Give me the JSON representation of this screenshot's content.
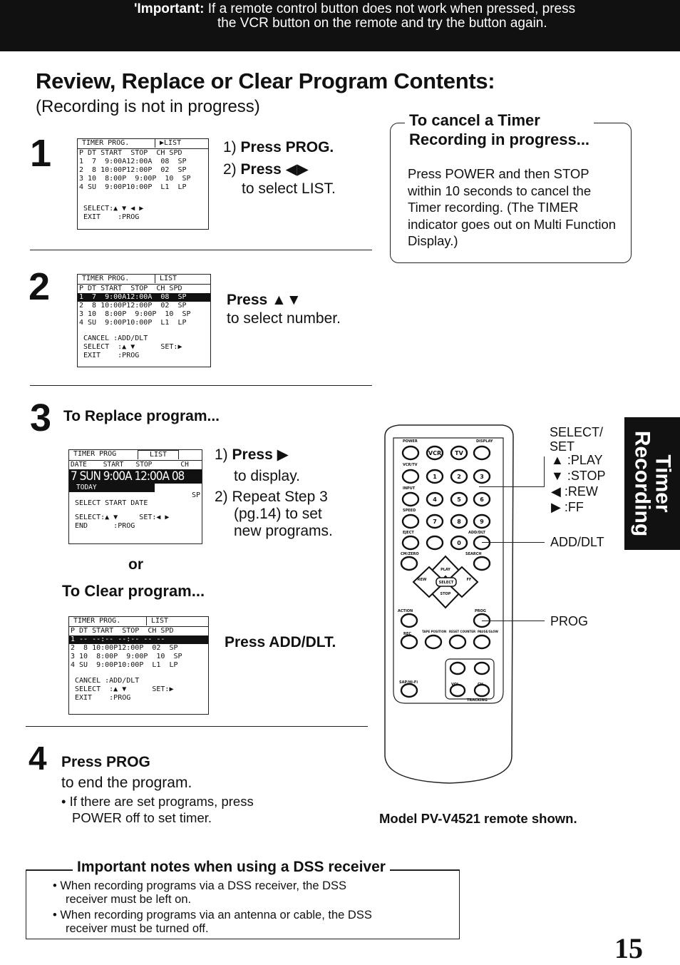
{
  "banner": {
    "label": "'Important:",
    "line1": "If a remote control button does not work when pressed, press",
    "line2": "the VCR button on the remote and try the button again."
  },
  "title": "Review, Replace or Clear Program Contents:",
  "subtitle": "(Recording is not in progress)",
  "steps": {
    "s1": {
      "number": "1",
      "osd": {
        "header": "TIMER PROG.",
        "list": "▶LIST",
        "rows": [
          "P DT START  STOP  CH SPD",
          "1  7  9:00A12:00A  08  SP",
          "2  8 10:00P12:00P  02  SP",
          "3 10  8:00P  9:00P  10  SP",
          "4 SU  9:00P10:00P  L1  LP"
        ],
        "footer": [
          "SELECT:▲ ▼ ◀ ▶",
          "EXIT    :PROG"
        ]
      },
      "i1_num": "1)",
      "i1_bold": "Press PROG.",
      "i2_num": "2)",
      "i2_bold": "Press ◀▶",
      "i2_text": "to select LIST."
    },
    "s2": {
      "number": "2",
      "osd": {
        "header": "TIMER PROG.",
        "list": "LIST",
        "rows": [
          "P DT START  STOP  CH SPD",
          "1  7  9:00A12:00A  08  SP",
          "2  8 10:00P12:00P  02  SP",
          "3 10  8:00P  9:00P  10  SP",
          "4 SU  9:00P10:00P  L1  LP"
        ],
        "footer": [
          "CANCEL :ADD/DLT",
          "SELECT  :▲ ▼      SET:▶",
          "EXIT    :PROG"
        ]
      },
      "bold": "Press ▲▼",
      "text": "to select number."
    },
    "s3": {
      "number": "3",
      "replace_heading": "To Replace program...",
      "osd_replace": {
        "header": "TIMER PROG",
        "list": "LIST",
        "cols": "DATE    START   STOP       CH",
        "big": "7 SUN 9:00A 12:00A 08",
        "today": "TODAY",
        "sp": "SP",
        "select_start": "SELECT START DATE",
        "footer": [
          "SELECT:▲ ▼     SET:◀ ▶",
          "END      :PROG"
        ]
      },
      "r1_num": "1)",
      "r1_bold": "Press ▶",
      "r1_text": "to display.",
      "r2_num": "2)",
      "r2_line1": "Repeat Step 3",
      "r2_line2": "(pg.14) to set",
      "r2_line3": "new programs.",
      "or": "or",
      "clear_heading": "To Clear program...",
      "osd_clear": {
        "header": "TIMER PROG.",
        "list": "LIST",
        "rows": [
          "P DT START  STOP  CH SPD",
          "1 -- --:-- --:-- -- --",
          "2  8 10:00P12:00P  02  SP",
          "3 10  8:00P  9:00P  10  SP",
          "4 SU  9:00P10:00P  L1  LP"
        ],
        "footer": [
          "CANCEL :ADD/DLT",
          "SELECT  :▲ ▼      SET:▶",
          "EXIT    :PROG"
        ]
      },
      "clear_bold": "Press ADD/DLT."
    },
    "s4": {
      "number": "4",
      "bold": "Press PROG",
      "text": "to end the program.",
      "bullet_line1": "• If there are set programs, press",
      "bullet_line2": "POWER off to set timer."
    }
  },
  "cancel_box": {
    "title_line1": "To cancel a Timer",
    "title_line2": "Recording in progress...",
    "body": "Press POWER and then STOP within 10 seconds to cancel the Timer recording. (The TIMER indicator goes out on Multi Function Display.)"
  },
  "side_tab": "Timer\nRecording",
  "remote": {
    "labels": {
      "select": "SELECT/",
      "set": "SET",
      "play": "▲ :PLAY",
      "stop": "▼ :STOP",
      "rew": "◀ :REW",
      "ff": "▶ :FF",
      "add_dlt": "ADD/DLT",
      "prog": "PROG"
    },
    "buttons": {
      "power": "POWER",
      "display": "DISPLAY",
      "vcr": "VCR",
      "tv": "TV",
      "vcr_tv": "VCR/TV",
      "input": "INPUT",
      "speed": "SPEED",
      "eject": "EJECT",
      "add_dlt": "ADD/DLT",
      "cm_zero": "CM/ZERO",
      "search": "SEARCH",
      "play": "PLAY",
      "rew": "REW",
      "ff": "FF",
      "select": "SELECT",
      "action": "ACTION",
      "stop": "STOP",
      "prog": "PROG",
      "rec": "REC",
      "tape_position": "TAPE POSITION",
      "reset_counter": "RESET COUNTER",
      "pause_slow": "PAUSE/SLOW",
      "sap_hifi": "SAP/Hi-Fi",
      "vol": "VOL",
      "ch": "CH",
      "tracking": "TRACKING",
      "digits": [
        "1",
        "2",
        "3",
        "4",
        "5",
        "6",
        "7",
        "8",
        "9",
        "0"
      ]
    },
    "caption": "Model PV-V4521 remote shown."
  },
  "dss": {
    "title": "Important notes when using a DSS receiver",
    "item1_line1": "•  When recording programs via a DSS receiver, the DSS",
    "item1_line2": "receiver must be left on.",
    "item2_line1": "•  When recording programs via an antenna or cable, the DSS",
    "item2_line2": "receiver must be turned off."
  },
  "page_number": "15"
}
